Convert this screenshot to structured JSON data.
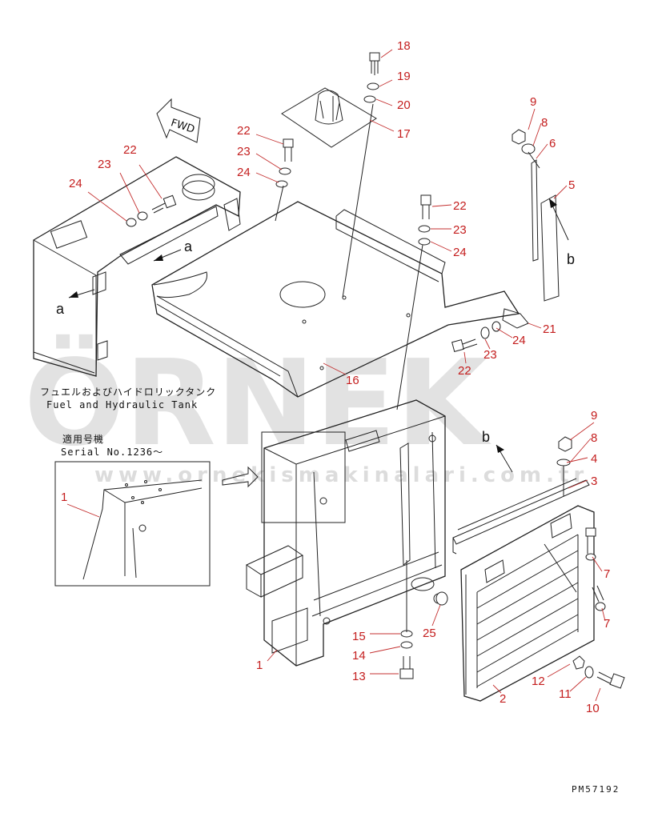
{
  "watermark": {
    "brand": "ÖRNEK",
    "url": "www.ornekismakinalari.com.tr"
  },
  "direction_label": "FWD",
  "captions": {
    "tank_jp": "フュエルおよびハイドロリックタンク",
    "tank_en": "Fuel and Hydraulic Tank",
    "applicable_jp": "適用号機",
    "serial": "Serial No.1236〜"
  },
  "view_letters": [
    "a",
    "a",
    "b",
    "b"
  ],
  "part_callouts": [
    "18",
    "19",
    "20",
    "17",
    "22",
    "23",
    "24",
    "22",
    "23",
    "24",
    "22",
    "23",
    "24",
    "21",
    "22",
    "23",
    "24",
    "16",
    "9",
    "8",
    "6",
    "5",
    "9",
    "8",
    "4",
    "3",
    "7",
    "7",
    "25",
    "15",
    "14",
    "13",
    "12",
    "11",
    "10",
    "2",
    "1",
    "1"
  ],
  "drawing_code": "PM57192"
}
